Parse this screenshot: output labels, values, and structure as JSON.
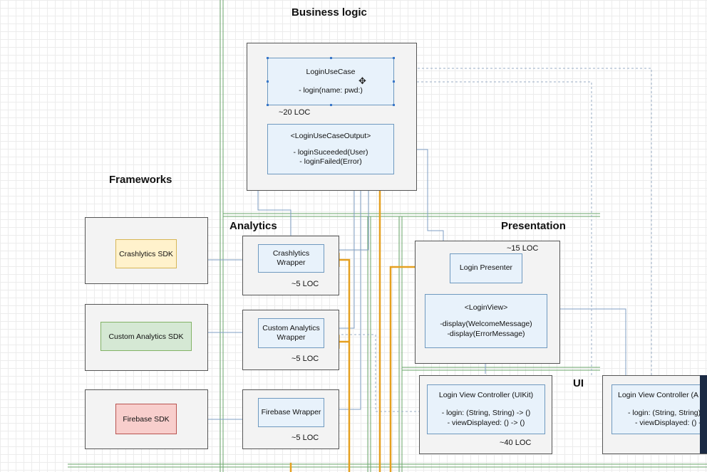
{
  "headings": {
    "business_logic": "Business logic",
    "frameworks": "Frameworks",
    "analytics": "Analytics",
    "presentation": "Presentation",
    "ui": "UI"
  },
  "business": {
    "use_case_title": "LoginUseCase",
    "use_case_method": "- login(name: pwd:)",
    "loc": "~20 LOC",
    "output_title": "<LoginUseCaseOutput>",
    "output_method1": "- loginSuceeded(User)",
    "output_method2": "- loginFailed(Error)"
  },
  "frameworks": {
    "crashlytics": "Crashlytics SDK",
    "custom": "Custom Analytics SDK",
    "firebase": "Firebase SDK"
  },
  "analytics": {
    "crashlytics_line1": "Crashlytics",
    "crashlytics_line2": "Wrapper",
    "crashlytics_loc": "~5 LOC",
    "custom_line1": "Custom Analytics",
    "custom_line2": "Wrapper",
    "custom_loc": "~5 LOC",
    "firebase": "Firebase Wrapper",
    "firebase_loc": "~5 LOC"
  },
  "presentation": {
    "loc": "~15 LOC",
    "presenter": "Login Presenter",
    "view_title": "<LoginView>",
    "view_method1": "-display(WelcomeMessage)",
    "view_method2": "-display(ErrorMessage)"
  },
  "ui": {
    "vc1_title": "Login View Controller (UIKit)",
    "vc1_method1": "- login: (String, String) -> ()",
    "vc1_method2": "- viewDisplayed: () -> ()",
    "vc1_loc": "~40 LOC",
    "vc2_title": "Login View Controller (A",
    "vc2_method1": "- login: (String, String)",
    "vc2_method2": "- viewDisplayed: () -"
  },
  "colors": {
    "accent_orange": "#e5a020",
    "boundary_green": "#6aa56a",
    "connector_blue": "#7f9fc4",
    "crashlytics_fill": "#fff2cc",
    "custom_fill": "#d5e8d4",
    "firebase_fill": "#f8cecc"
  }
}
